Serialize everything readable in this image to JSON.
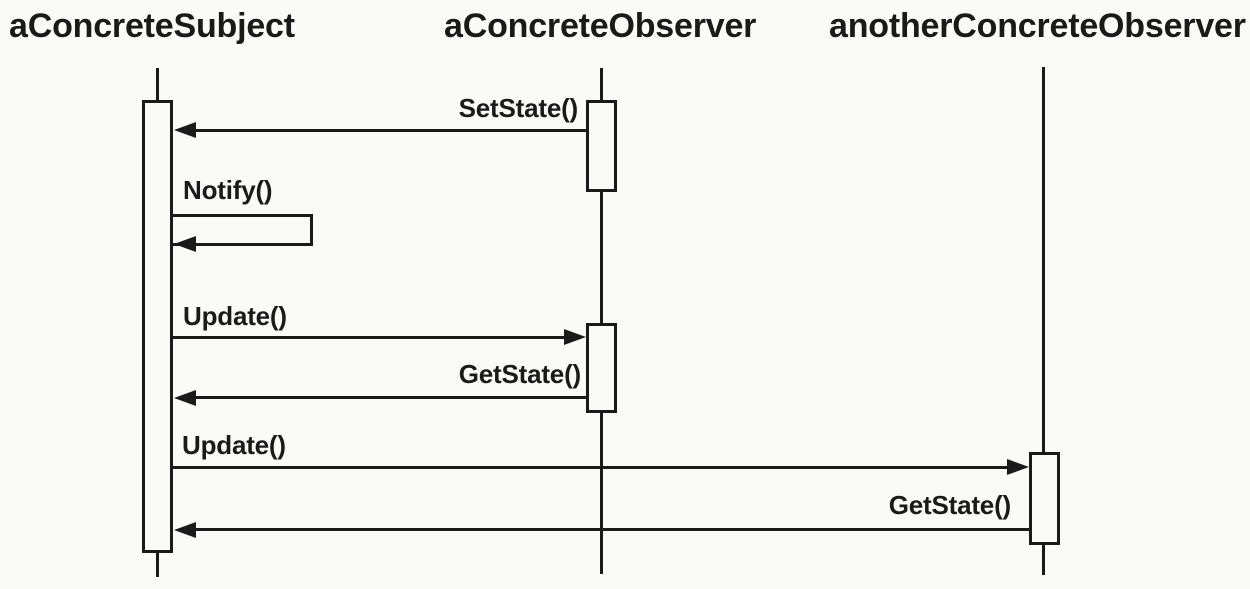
{
  "diagram": {
    "kind": "uml-sequence-diagram",
    "background_color": "#fafaf7",
    "ink_color": "#1a1a1a",
    "lifelines": [
      {
        "label": "aConcreteSubject"
      },
      {
        "label": "aConcreteObserver"
      },
      {
        "label": "anotherConcreteObserver"
      }
    ],
    "messages": [
      {
        "label": "SetState()",
        "from": "aConcreteObserver",
        "to": "aConcreteSubject",
        "kind": "call"
      },
      {
        "label": "Notify()",
        "from": "aConcreteSubject",
        "to": "aConcreteSubject",
        "kind": "self-call"
      },
      {
        "label": "Update()",
        "from": "aConcreteSubject",
        "to": "aConcreteObserver",
        "kind": "call"
      },
      {
        "label": "GetState()",
        "from": "aConcreteObserver",
        "to": "aConcreteSubject",
        "kind": "call"
      },
      {
        "label": "Update()",
        "from": "aConcreteSubject",
        "to": "anotherConcreteObserver",
        "kind": "call"
      },
      {
        "label": "GetState()",
        "from": "anotherConcreteObserver",
        "to": "aConcreteSubject",
        "kind": "call"
      }
    ]
  }
}
